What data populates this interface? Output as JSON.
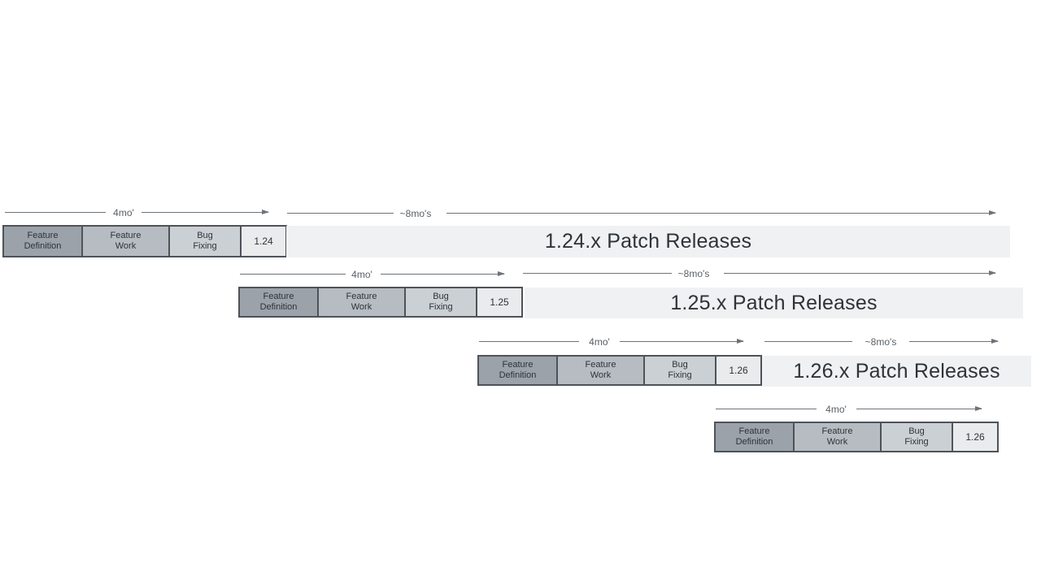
{
  "phases": {
    "feature_definition": "Feature\nDefinition",
    "feature_work": "Feature\nWork",
    "bug_fixing": "Bug\nFixing"
  },
  "labels": {
    "dev_duration": "4mo'",
    "patch_duration": "~8mo's"
  },
  "releases": [
    {
      "version": "1.24",
      "patch_text": "1.24.x Patch Releases"
    },
    {
      "version": "1.25",
      "patch_text": "1.25.x Patch Releases"
    },
    {
      "version": "1.26",
      "patch_text": "1.26.x Patch Releases"
    },
    {
      "version": "1.26"
    }
  ],
  "colors": {
    "feature_definition_fill": "#9ba2aa",
    "feature_work_fill": "#b6bcc2",
    "bug_fixing_fill": "#cbd0d4",
    "version_fill": "#e9ebec",
    "patch_bar_fill": "#f0f1f2",
    "box_border": "#4e5358",
    "arrow": "#6d737a",
    "text_dark": "#2e3338",
    "label_gray": "#5a6065"
  }
}
